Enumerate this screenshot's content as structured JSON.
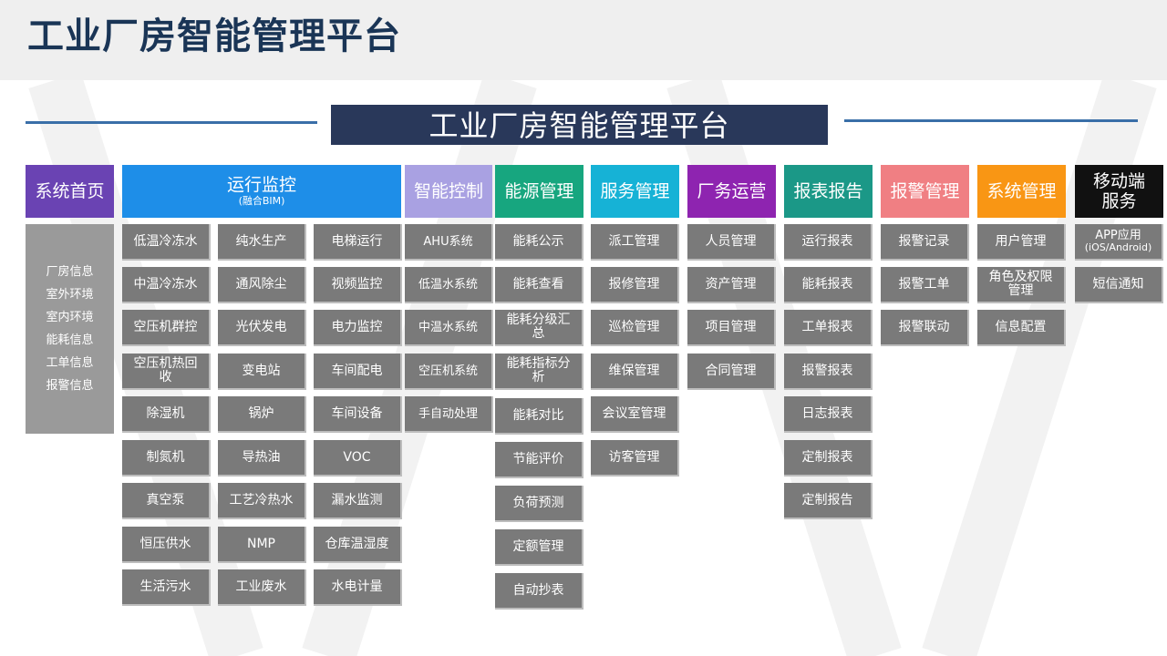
{
  "page": {
    "title": "工业厂房智能管理平台"
  },
  "banner": {
    "title": "工业厂房智能管理平台"
  },
  "colors": {
    "home": "#6a43b3",
    "monitor": "#1e8ee8",
    "control": "#a9a1e2",
    "energy": "#17a67f",
    "service": "#16b2d6",
    "operation": "#8e24b0",
    "report": "#1b9887",
    "alarm": "#f07f83",
    "system": "#f99614",
    "mobile": "#111111",
    "box": "#7a7a7a"
  },
  "modules": {
    "home": {
      "label": "系统首页",
      "items": [
        "厂房信息",
        "室外环境",
        "室内环境",
        "能耗信息",
        "工单信息",
        "报警信息"
      ]
    },
    "monitor": {
      "label": "运行监控",
      "sublabel": "(融合BIM)",
      "col1": [
        "低温冷冻水",
        "中温冷冻水",
        "空压机群控",
        "空压机热回收",
        "除湿机",
        "制氮机",
        "真空泵",
        "恒压供水",
        "生活污水"
      ],
      "col2": [
        "纯水生产",
        "通风除尘",
        "光伏发电",
        "变电站",
        "锅炉",
        "导热油",
        "工艺冷热水",
        "NMP",
        "工业废水"
      ],
      "col3": [
        "电梯运行",
        "视频监控",
        "电力监控",
        "车间配电",
        "车间设备",
        "VOC",
        "漏水监测",
        "仓库温湿度",
        "水电计量"
      ]
    },
    "control": {
      "label": "智能控制",
      "items": [
        "AHU系统",
        "低温水系统",
        "中温水系统",
        "空压机系统",
        "手自动处理"
      ]
    },
    "energy": {
      "label": "能源管理",
      "items": [
        "能耗公示",
        "能耗查看",
        "能耗分级汇总",
        "能耗指标分析",
        "能耗对比",
        "节能评价",
        "负荷预测",
        "定额管理",
        "自动抄表"
      ]
    },
    "service": {
      "label": "服务管理",
      "items": [
        "派工管理",
        "报修管理",
        "巡检管理",
        "维保管理",
        "会议室管理",
        "访客管理"
      ]
    },
    "operation": {
      "label": "厂务运营",
      "items": [
        "人员管理",
        "资产管理",
        "项目管理",
        "合同管理"
      ]
    },
    "report": {
      "label": "报表报告",
      "items": [
        "运行报表",
        "能耗报表",
        "工单报表",
        "报警报表",
        "日志报表",
        "定制报表",
        "定制报告"
      ]
    },
    "alarm": {
      "label": "报警管理",
      "items": [
        "报警记录",
        "报警工单",
        "报警联动"
      ]
    },
    "system": {
      "label": "系统管理",
      "items": [
        "用户管理",
        "角色及权限管理",
        "信息配置"
      ]
    },
    "mobile": {
      "label_l1": "移动端",
      "label_l2": "服务",
      "app_main": "APP应用",
      "app_sub": "(iOS/Android)",
      "sms": "短信通知"
    }
  }
}
